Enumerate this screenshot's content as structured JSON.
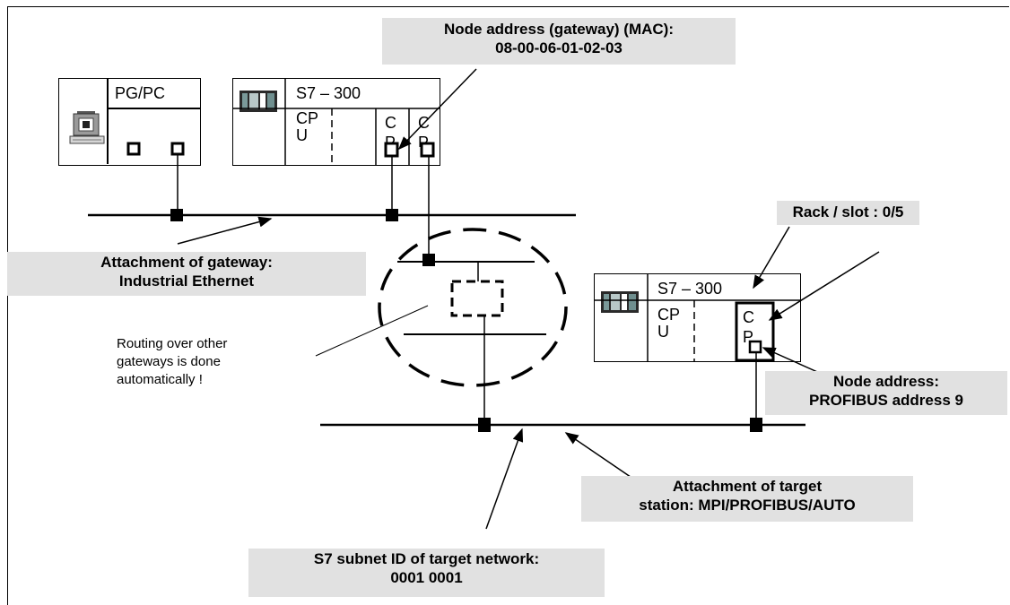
{
  "callouts": {
    "node_address_gateway": "Node address (gateway) (MAC):\n08-00-06-01-02-03",
    "rack_slot": "Rack / slot : 0/5",
    "attachment_gateway": "Attachment of gateway:\nIndustrial Ethernet",
    "node_address_profibus": "Node address:\nPROFIBUS address 9",
    "attachment_target": "Attachment of target\nstation: MPI/PROFIBUS/AUTO",
    "subnet_id": "S7 subnet ID of target network:\n0001 0001"
  },
  "routing_note": "Routing over other\ngateways is done\nautomatically !",
  "devices": {
    "pgpc": {
      "title": "PG/PC"
    },
    "s7_top": {
      "title": "S7 – 300",
      "cpu": "CP\nU",
      "cp1": "C\nP",
      "cp2": "C\nP"
    },
    "s7_right": {
      "title": "S7 – 300",
      "cpu": "CP\nU",
      "cp": "C\nP"
    }
  },
  "icons": [
    "computer-icon",
    "plc-module-icon",
    "port-icon"
  ],
  "colors": {
    "callout_bg": "#e1e1e1",
    "lines": "#000000"
  }
}
